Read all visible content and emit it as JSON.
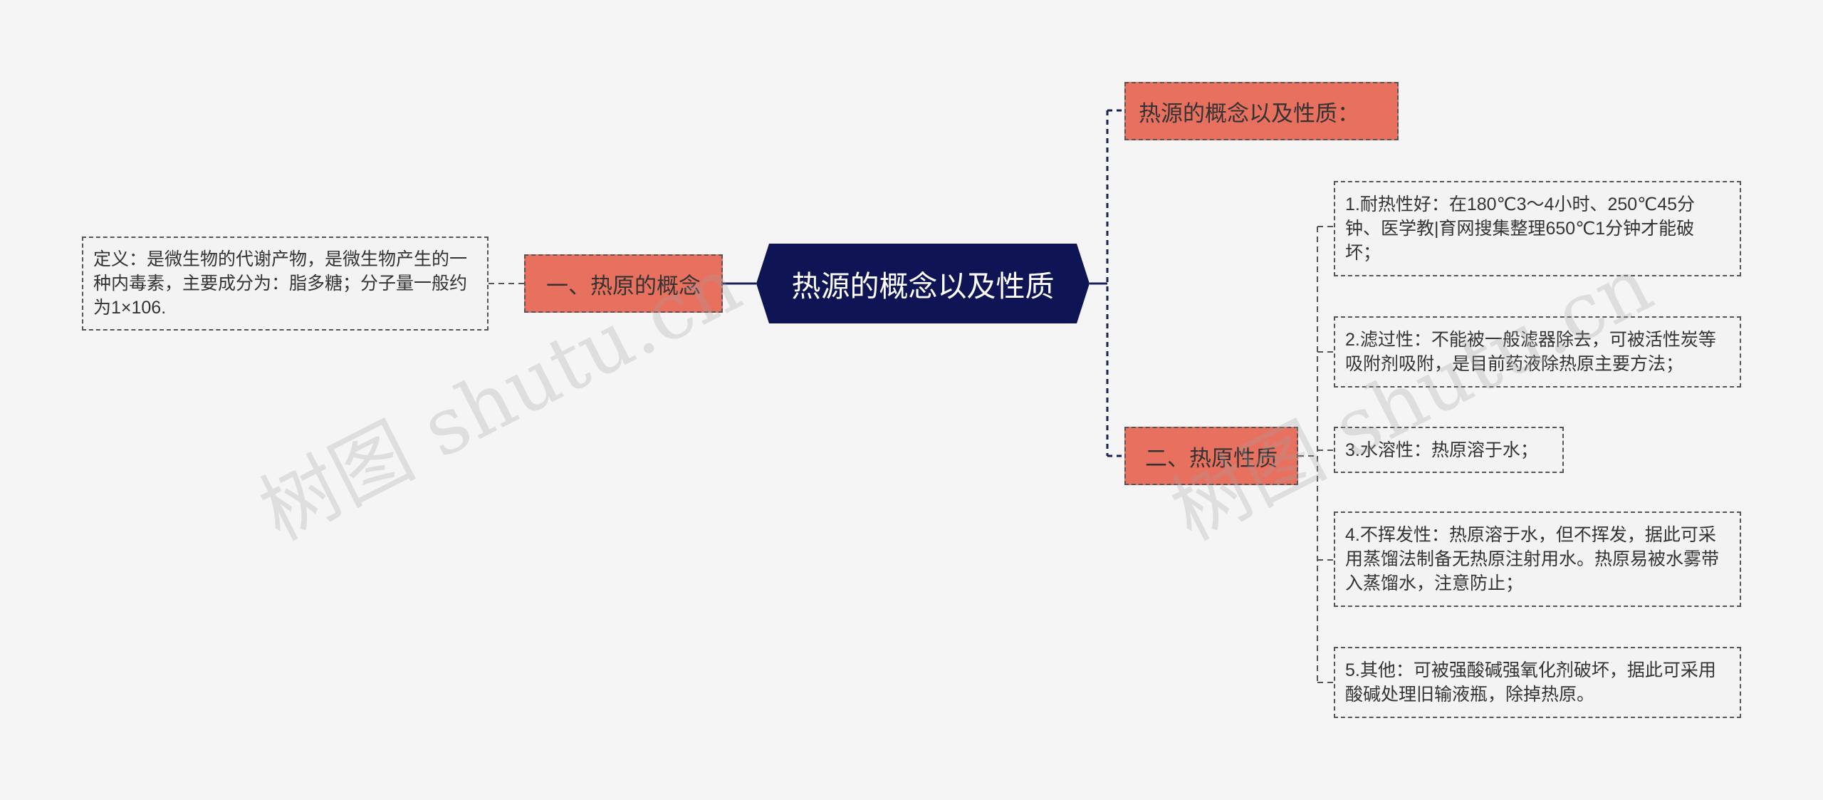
{
  "root": {
    "label": "热源的概念以及性质"
  },
  "left_branch": {
    "label": "一、热原的概念",
    "leaf": "定义：是微生物的代谢产物，是微生物产生的一种内毒素，主要成分为：脂多糖；分子量一般约为1×106."
  },
  "right_branches": [
    {
      "label": "热源的概念以及性质："
    },
    {
      "label": "二、热原性质",
      "leaves": [
        "1.耐热性好：在180℃3～4小时、250℃45分钟、医学教|育网搜集整理650℃1分钟才能破坏；",
        "2.滤过性：不能被一般滤器除去，可被活性炭等吸附剂吸附，是目前药液除热原主要方法；",
        "3.水溶性：热原溶于水；",
        "4.不挥发性：热原溶于水，但不挥发，据此可采用蒸馏法制备无热原注射用水。热原易被水雾带入蒸馏水，注意防止；",
        "5.其他：可被强酸碱强氧化剂破坏，据此可采用酸碱处理旧输液瓶，除掉热原。"
      ]
    }
  ],
  "watermark": "树图 shutu.cn",
  "colors": {
    "root_fill": "#0f1455",
    "branch_fill": "#e8705e",
    "leaf_fill": "#f3f3f3",
    "connector": "#1a1f5c"
  }
}
